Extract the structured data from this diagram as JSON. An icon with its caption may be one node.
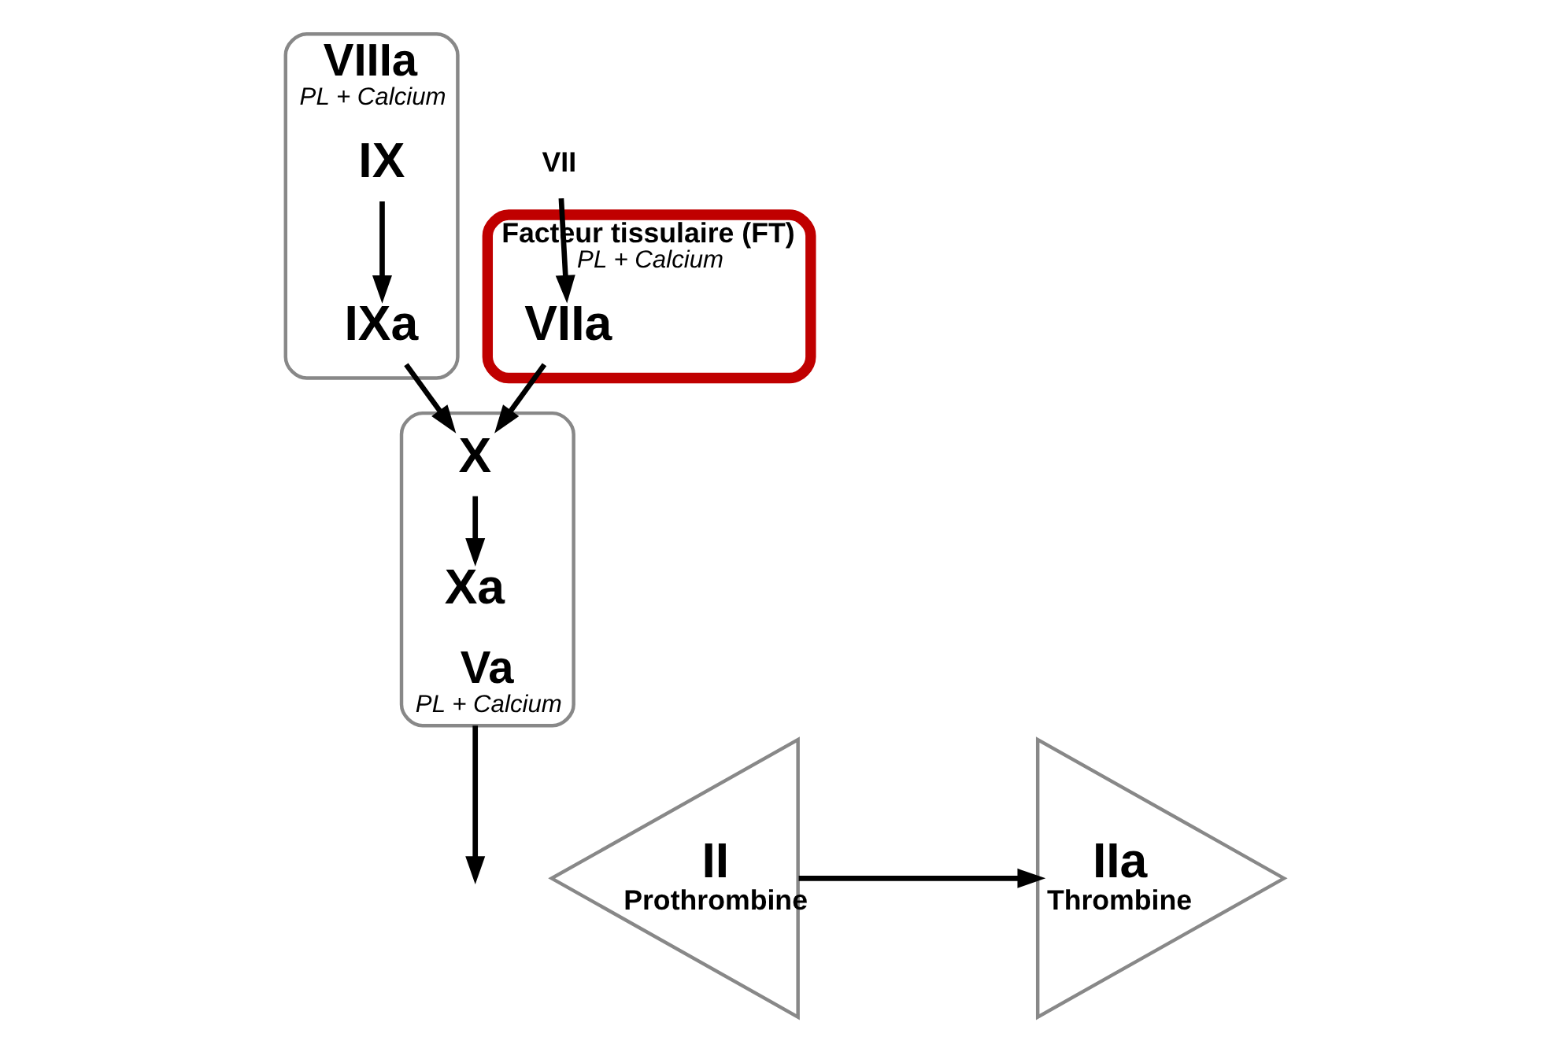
{
  "diagram": {
    "nodes": [
      {
        "text": [
          "Facteur tissulaire (FT)",
          "PL + Calcium"
        ]
      },
      {
        "text": [
          "VII"
        ]
      },
      {
        "text": [
          "VIIa"
        ],
        "in": 0
      },
      {
        "text": [
          "VIIIa",
          "PL + Calcium"
        ]
      },
      {
        "text": [
          "IX"
        ],
        "in": 3
      },
      {
        "text": [
          "IXa"
        ],
        "in": 3
      },
      {
        "text": [
          "Va",
          "PL + Calcium"
        ]
      },
      {
        "text": [
          "X"
        ],
        "in": 6
      },
      {
        "text": [
          "Xa"
        ],
        "in": 6
      },
      {
        "text": [
          "II",
          "Prothrombine"
        ]
      },
      {
        "text": [
          "IIa",
          "Thrombine"
        ]
      }
    ],
    "edges": [
      {
        "from": 1,
        "to": 2,
        "arrow": "to"
      },
      {
        "from": 4,
        "to": 5,
        "arrow": "to"
      },
      {
        "from": 2,
        "to": 7,
        "arrow": "to"
      },
      {
        "from": 5,
        "to": 7,
        "arrow": "to"
      },
      {
        "from": 7,
        "to": 8,
        "arrow": "to"
      },
      {
        "from": 6,
        "to": null,
        "arrow": "to"
      },
      {
        "from": 9,
        "to": 10,
        "arrow": "to"
      }
    ]
  }
}
